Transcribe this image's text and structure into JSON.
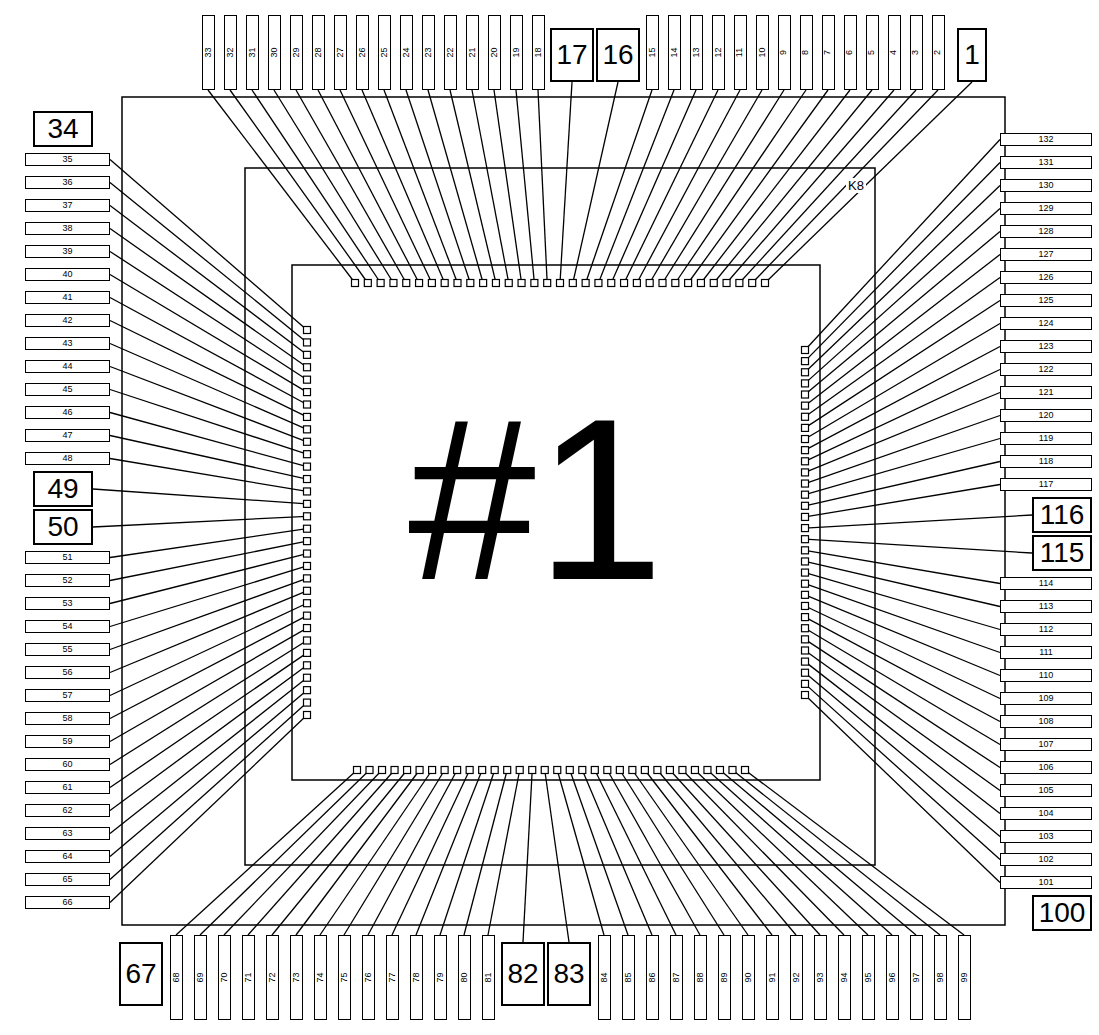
{
  "diagram": {
    "nodes": [
      {
        "text": [
          "1"
        ]
      },
      {
        "text": [
          "2"
        ]
      },
      {
        "text": [
          "3"
        ]
      },
      {
        "text": [
          "4"
        ]
      },
      {
        "text": [
          "5"
        ]
      },
      {
        "text": [
          "6"
        ]
      },
      {
        "text": [
          "7"
        ]
      },
      {
        "text": [
          "8"
        ]
      },
      {
        "text": [
          "9"
        ]
      },
      {
        "text": [
          "10"
        ]
      },
      {
        "text": [
          "11"
        ]
      },
      {
        "text": [
          "12"
        ]
      },
      {
        "text": [
          "13"
        ]
      },
      {
        "text": [
          "14"
        ]
      },
      {
        "text": [
          "15"
        ]
      },
      {
        "text": [
          "16"
        ]
      },
      {
        "text": [
          "17"
        ]
      },
      {
        "text": [
          "18"
        ]
      },
      {
        "text": [
          "19"
        ]
      },
      {
        "text": [
          "20"
        ]
      },
      {
        "text": [
          "21"
        ]
      },
      {
        "text": [
          "22"
        ]
      },
      {
        "text": [
          "23"
        ]
      },
      {
        "text": [
          "24"
        ]
      },
      {
        "text": [
          "25"
        ]
      },
      {
        "text": [
          "26"
        ]
      },
      {
        "text": [
          "27"
        ]
      },
      {
        "text": [
          "28"
        ]
      },
      {
        "text": [
          "29"
        ]
      },
      {
        "text": [
          "30"
        ]
      },
      {
        "text": [
          "31"
        ]
      },
      {
        "text": [
          "32"
        ]
      },
      {
        "text": [
          "33"
        ]
      },
      {
        "text": [
          "34"
        ]
      },
      {
        "text": [
          "35"
        ]
      },
      {
        "text": [
          "36"
        ]
      },
      {
        "text": [
          "37"
        ]
      },
      {
        "text": [
          "38"
        ]
      },
      {
        "text": [
          "39"
        ]
      },
      {
        "text": [
          "40"
        ]
      },
      {
        "text": [
          "41"
        ]
      },
      {
        "text": [
          "42"
        ]
      },
      {
        "text": [
          "43"
        ]
      },
      {
        "text": [
          "44"
        ]
      },
      {
        "text": [
          "45"
        ]
      },
      {
        "text": [
          "46"
        ]
      },
      {
        "text": [
          "47"
        ]
      },
      {
        "text": [
          "48"
        ]
      },
      {
        "text": [
          "49"
        ]
      },
      {
        "text": [
          "50"
        ]
      },
      {
        "text": [
          "51"
        ]
      },
      {
        "text": [
          "52"
        ]
      },
      {
        "text": [
          "53"
        ]
      },
      {
        "text": [
          "54"
        ]
      },
      {
        "text": [
          "55"
        ]
      },
      {
        "text": [
          "56"
        ]
      },
      {
        "text": [
          "57"
        ]
      },
      {
        "text": [
          "58"
        ]
      },
      {
        "text": [
          "59"
        ]
      },
      {
        "text": [
          "60"
        ]
      },
      {
        "text": [
          "61"
        ]
      },
      {
        "text": [
          "62"
        ]
      },
      {
        "text": [
          "63"
        ]
      },
      {
        "text": [
          "64"
        ]
      },
      {
        "text": [
          "65"
        ]
      },
      {
        "text": [
          "66"
        ]
      },
      {
        "text": [
          "67"
        ]
      },
      {
        "text": [
          "68"
        ]
      },
      {
        "text": [
          "69"
        ]
      },
      {
        "text": [
          "70"
        ]
      },
      {
        "text": [
          "71"
        ]
      },
      {
        "text": [
          "72"
        ]
      },
      {
        "text": [
          "73"
        ]
      },
      {
        "text": [
          "74"
        ]
      },
      {
        "text": [
          "75"
        ]
      },
      {
        "text": [
          "76"
        ]
      },
      {
        "text": [
          "77"
        ]
      },
      {
        "text": [
          "78"
        ]
      },
      {
        "text": [
          "79"
        ]
      },
      {
        "text": [
          "80"
        ]
      },
      {
        "text": [
          "81"
        ]
      },
      {
        "text": [
          "82"
        ]
      },
      {
        "text": [
          "83"
        ]
      },
      {
        "text": [
          "84"
        ]
      },
      {
        "text": [
          "85"
        ]
      },
      {
        "text": [
          "86"
        ]
      },
      {
        "text": [
          "87"
        ]
      },
      {
        "text": [
          "88"
        ]
      },
      {
        "text": [
          "89"
        ]
      },
      {
        "text": [
          "90"
        ]
      },
      {
        "text": [
          "91"
        ]
      },
      {
        "text": [
          "92"
        ]
      },
      {
        "text": [
          "93"
        ]
      },
      {
        "text": [
          "94"
        ]
      },
      {
        "text": [
          "95"
        ]
      },
      {
        "text": [
          "96"
        ]
      },
      {
        "text": [
          "97"
        ]
      },
      {
        "text": [
          "98"
        ]
      },
      {
        "text": [
          "99"
        ]
      },
      {
        "text": [
          "100"
        ]
      },
      {
        "text": [
          "101"
        ]
      },
      {
        "text": [
          "102"
        ]
      },
      {
        "text": [
          "103"
        ]
      },
      {
        "text": [
          "104"
        ]
      },
      {
        "text": [
          "105"
        ]
      },
      {
        "text": [
          "106"
        ]
      },
      {
        "text": [
          "107"
        ]
      },
      {
        "text": [
          "108"
        ]
      },
      {
        "text": [
          "109"
        ]
      },
      {
        "text": [
          "110"
        ]
      },
      {
        "text": [
          "111"
        ]
      },
      {
        "text": [
          "112"
        ]
      },
      {
        "text": [
          "113"
        ]
      },
      {
        "text": [
          "114"
        ]
      },
      {
        "text": [
          "115"
        ]
      },
      {
        "text": [
          "116"
        ]
      },
      {
        "text": [
          "117"
        ]
      },
      {
        "text": [
          "118"
        ]
      },
      {
        "text": [
          "119"
        ]
      },
      {
        "text": [
          "120"
        ]
      },
      {
        "text": [
          "121"
        ]
      },
      {
        "text": [
          "122"
        ]
      },
      {
        "text": [
          "123"
        ]
      },
      {
        "text": [
          "124"
        ]
      },
      {
        "text": [
          "125"
        ]
      },
      {
        "text": [
          "126"
        ]
      },
      {
        "text": [
          "127"
        ]
      },
      {
        "text": [
          "128"
        ]
      },
      {
        "text": [
          "129"
        ]
      },
      {
        "text": [
          "130"
        ]
      },
      {
        "text": [
          "131"
        ]
      },
      {
        "text": [
          "132"
        ]
      }
    ],
    "labels": [
      "#1",
      "K8"
    ]
  }
}
